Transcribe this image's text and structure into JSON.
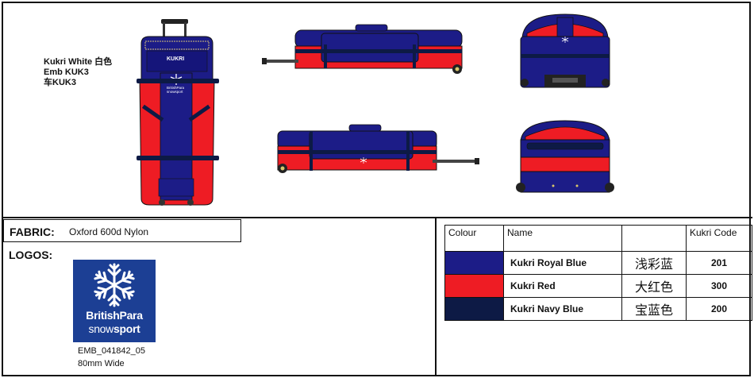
{
  "embroidery_note": {
    "line1": "Kukri White  白色",
    "line2": "Emb KUK3",
    "line3": "车KUK3"
  },
  "bag_brand_text": "KUKRI",
  "fabric": {
    "label": "FABRIC:",
    "value": "Oxford 600d Nylon"
  },
  "logos": {
    "label": "LOGOS:",
    "logo_line1": "BritishPara",
    "logo_line2a": "snow",
    "logo_line2b": "sport",
    "code": "EMB_041842_05",
    "size": "80mm Wide"
  },
  "colour_table": {
    "headers": [
      "Colour",
      "Name",
      "",
      "Kukri Code"
    ],
    "rows": [
      {
        "swatch": "#1c1c87",
        "name": "Kukri Royal Blue",
        "cn": "浅彩蓝",
        "code": "201"
      },
      {
        "swatch": "#ee1c24",
        "name": "Kukri Red",
        "cn": "大红色",
        "code": "300"
      },
      {
        "swatch": "#0d1a45",
        "name": "Kukri Navy Blue",
        "cn": "宝蓝色",
        "code": "200"
      }
    ]
  },
  "colors": {
    "royal_blue": "#1c1c87",
    "red": "#ee1c24",
    "navy": "#0d1a45",
    "logo_blue": "#1c3f94"
  }
}
